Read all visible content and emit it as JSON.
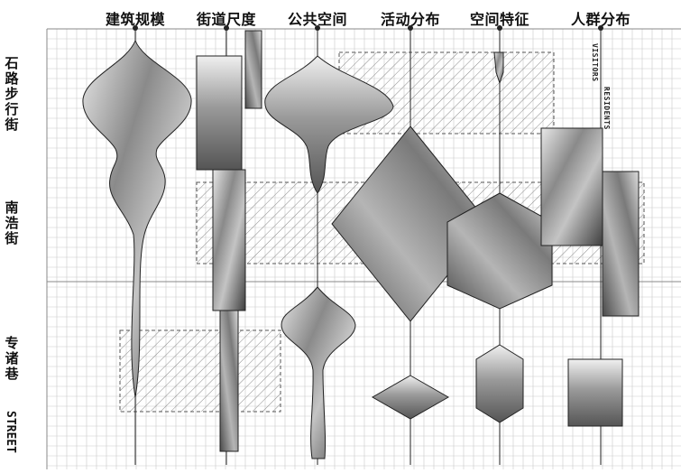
{
  "columns": [
    "建筑规模",
    "街道尺度",
    "公共空间",
    "活动分布",
    "空间特征",
    "人群分布"
  ],
  "rows": [
    {
      "label": "石路步行街"
    },
    {
      "label": "南浩街"
    },
    {
      "label": "专诸巷"
    }
  ],
  "row_label_en": "STREET",
  "tags": {
    "visitors": "VISITORS",
    "residents": "RESIDENTS"
  },
  "colors": {
    "grid": "#c9c9c9",
    "grid_major": "#8a8a8a",
    "outline": "#222222",
    "hatch": "#777777"
  }
}
